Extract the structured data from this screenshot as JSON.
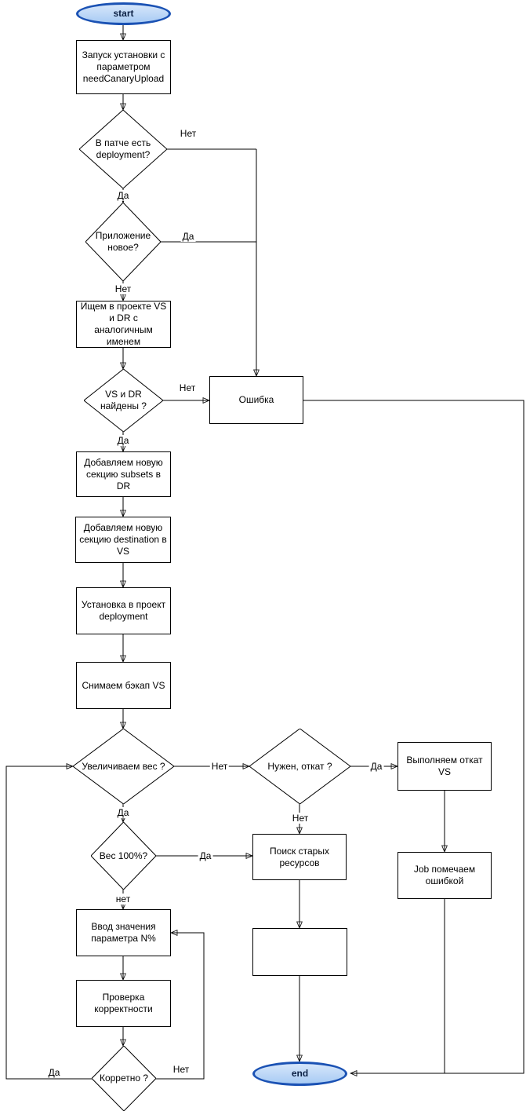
{
  "diagram": {
    "type": "flowchart",
    "language": "ru",
    "nodes": {
      "start": "start",
      "launch_install": "Запуск установки с параметром needCanaryUpload",
      "patch_has_deployment": "В патче есть deployment?",
      "app_is_new": "Приложение новое?",
      "find_vs_dr": "Ищем в проекте VS и DR с аналогичным именем",
      "vs_dr_found": "VS и DR найдены ?",
      "error": "Ошибка",
      "add_subsets_dr": "Добавляем новую секцию subsets в DR",
      "add_destination_vs": "Добавляем новую секцию destination в VS",
      "install_deployment": "Установка в проект deployment",
      "backup_vs": "Снимаем бэкап VS",
      "increase_weight": "Увеличиваем вес ?",
      "need_rollback": "Нужен, откат ?",
      "perform_rollback": "Выполняем откат VS",
      "weight_100": "Вес 100%?",
      "find_old_resources": "Поиск старых ресурсов",
      "job_mark_failed": "Job помечаем ошибкой",
      "enter_n_percent": "Ввод значения параметра N%",
      "check_correctness": "Проверка корректности",
      "is_correct": "Корретно ?",
      "end": "end"
    },
    "edge_labels": {
      "patch_no": "Нет",
      "patch_yes": "Да",
      "new_yes": "Да",
      "new_no": "Нет",
      "found_no": "Нет",
      "found_yes": "Да",
      "increase_no": "Нет",
      "increase_yes": "Да",
      "rollback_yes": "Да",
      "rollback_no": "Нет",
      "weight_yes": "Да",
      "weight_no": "нет",
      "correct_yes": "Да",
      "correct_no": "Нет"
    }
  },
  "colors": {
    "connector": "#000000",
    "node_border": "#000000",
    "terminator_border": "#1b52b4",
    "terminator_fill_top": "#d6e6fa",
    "terminator_fill_bottom": "#a8cbf4",
    "terminator_text": "#0c2145"
  }
}
